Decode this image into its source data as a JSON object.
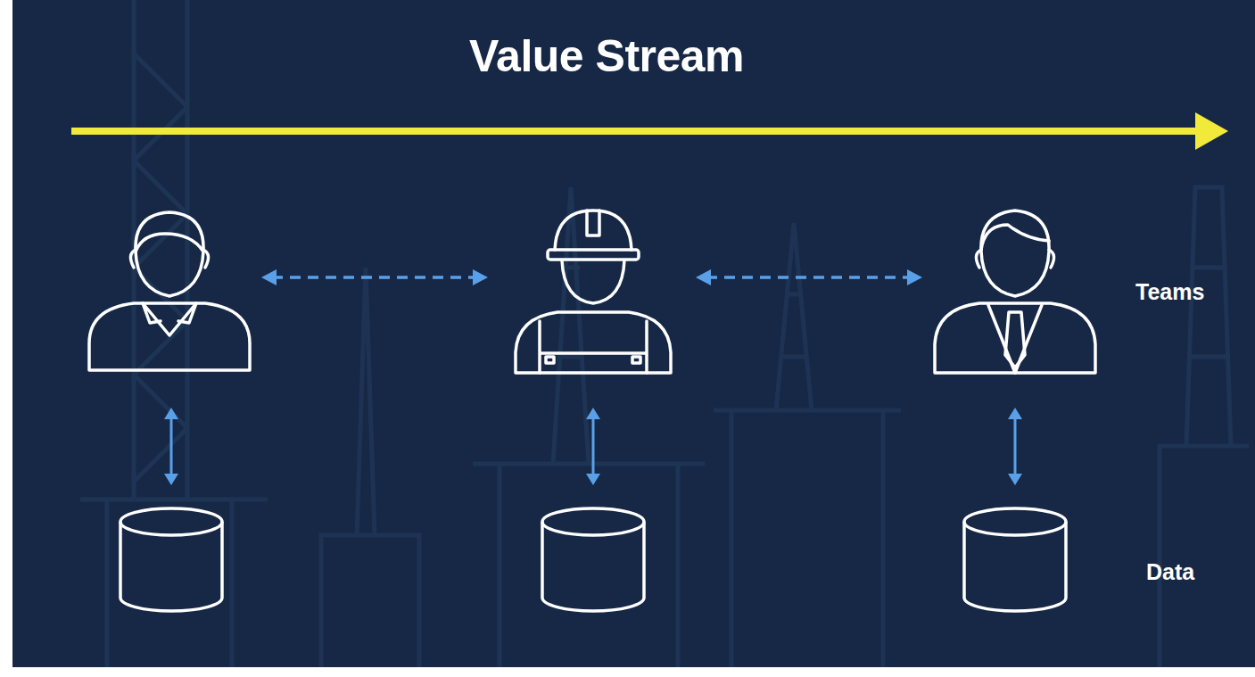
{
  "diagram": {
    "title": "Value Stream",
    "labels": [
      "Teams",
      "Data"
    ]
  }
}
